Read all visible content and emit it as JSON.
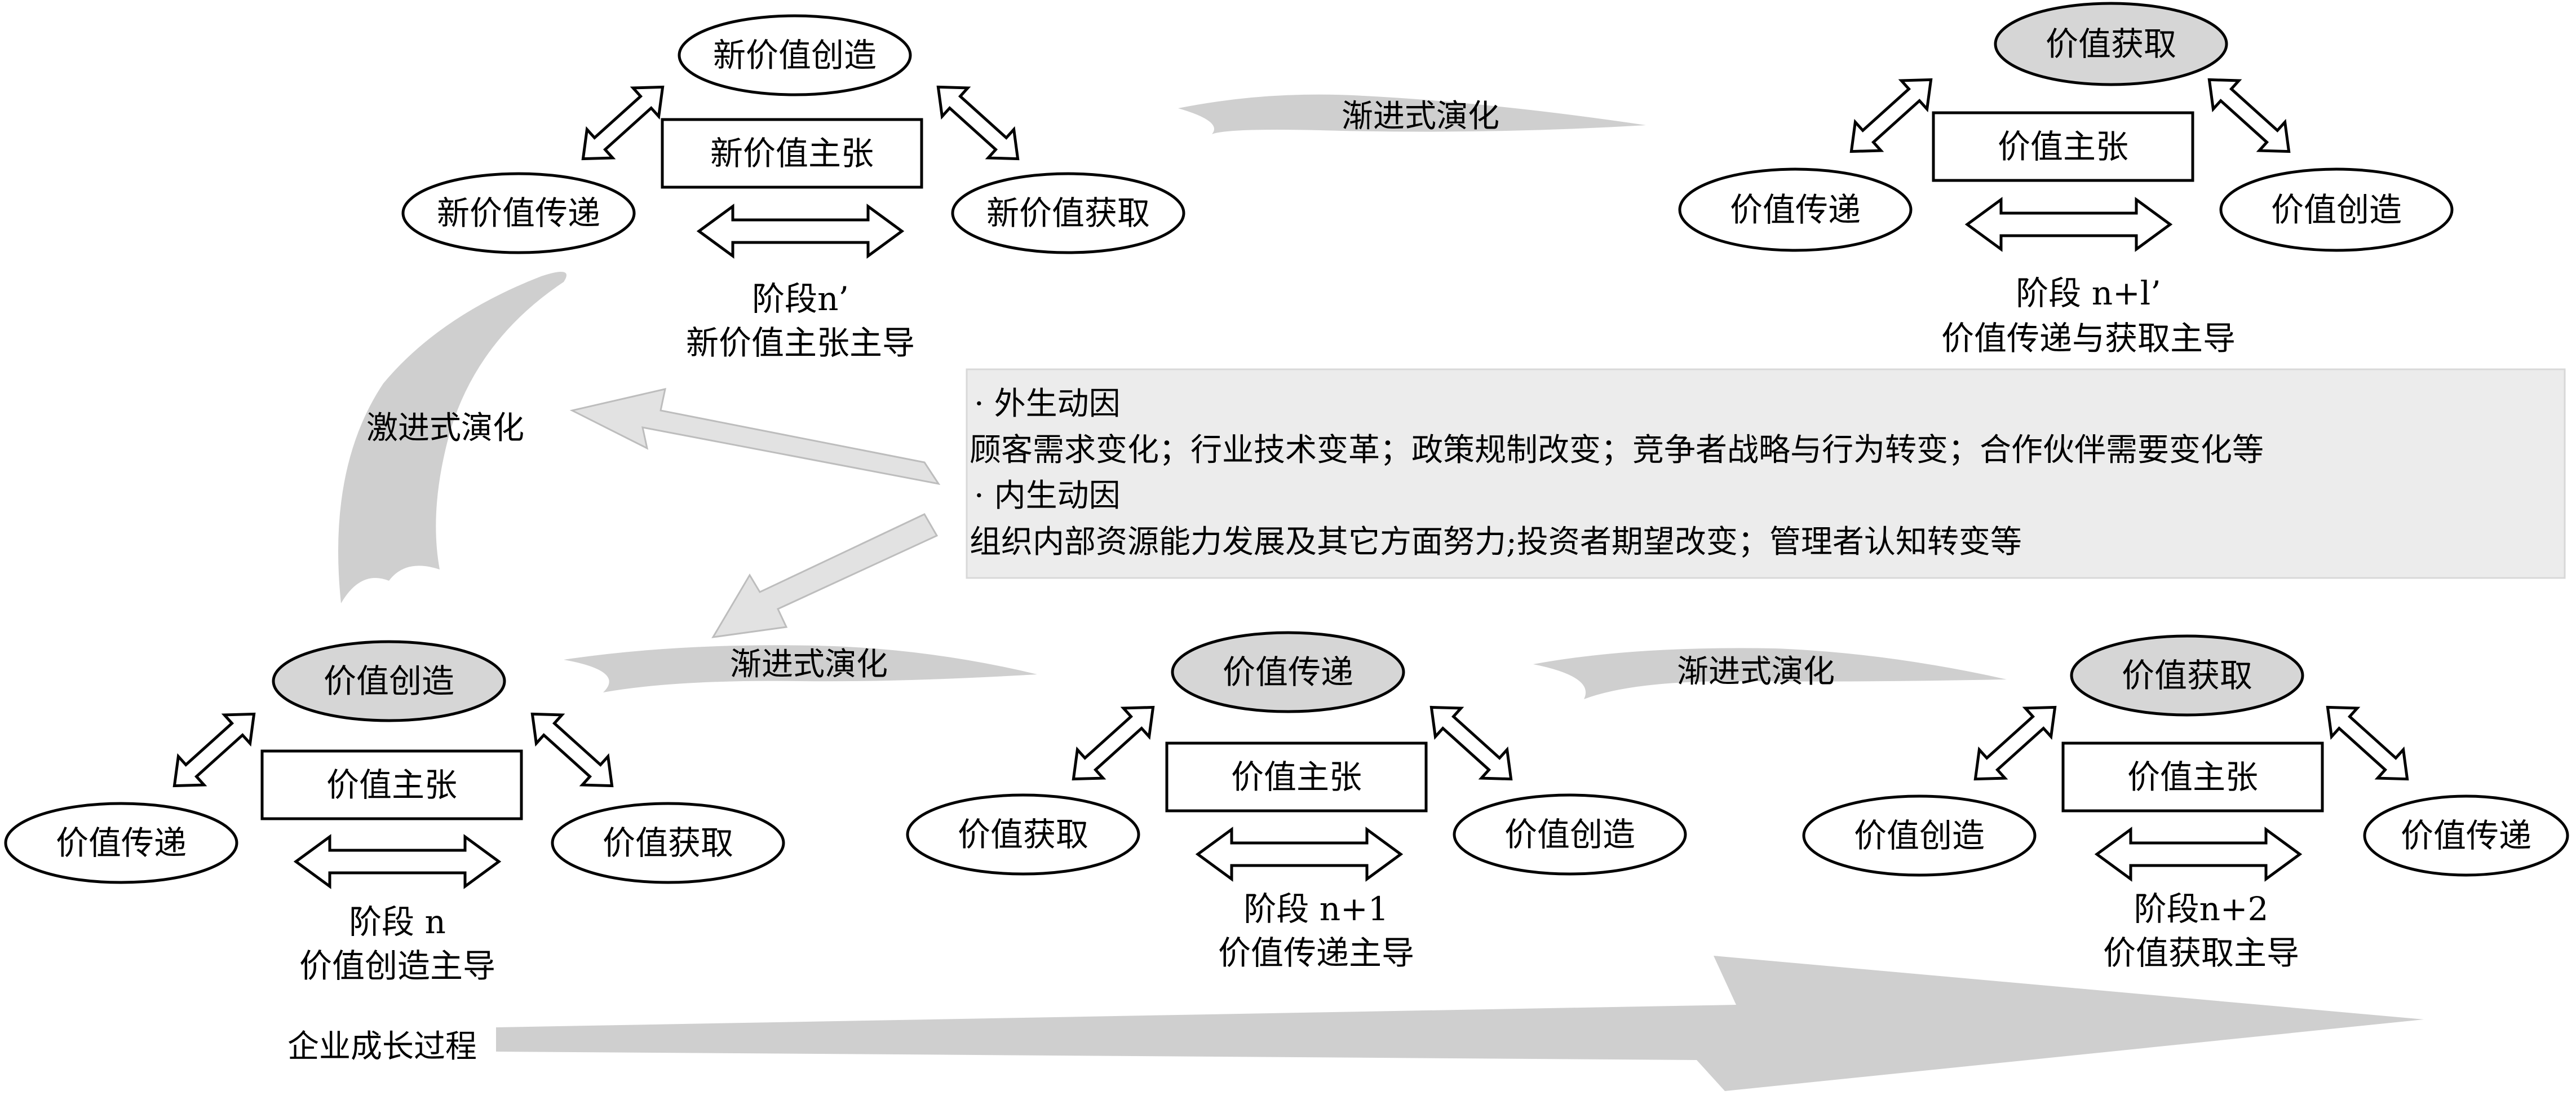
{
  "top_left": {
    "proposition": "新价值主张",
    "top": "新价值创造",
    "left": "新价值传递",
    "right": "新价值获取",
    "stage": "阶段n’",
    "leader": "新价值主张主导"
  },
  "top_right": {
    "proposition": "价值主张",
    "top": "价值获取",
    "left": "价值传递",
    "right": "价值创造",
    "stage": "阶段 n+l’",
    "leader": "价值传递与获取主导"
  },
  "bottom_left": {
    "proposition": "价值主张",
    "top": "价值创造",
    "left": "价值传递",
    "right": "价值获取",
    "stage": "阶段 n",
    "leader": "价值创造主导"
  },
  "bottom_mid": {
    "proposition": "价值主张",
    "top": "价值传递",
    "left": "价值获取",
    "right": "价值创造",
    "stage": "阶段 n+1",
    "leader": "价值传递主导"
  },
  "bottom_right": {
    "proposition": "价值主张",
    "top": "价值获取",
    "left": "价值创造",
    "right": "价值传递",
    "stage": "阶段n+2",
    "leader": "价值获取主导"
  },
  "flows": {
    "incremental_top": "渐进式演化",
    "incremental_bottom_left": "渐进式演化",
    "incremental_bottom_right": "渐进式演化",
    "radical": "激进式演化",
    "growth": "企业成长过程"
  },
  "drivers": {
    "exogenous_title": "· 外生动因",
    "exogenous_text": "顾客需求变化；行业技术变革；政策规制改变；竞争者战略与行为转变；合作伙伴需要变化等",
    "endogenous_title": "· 内生动因",
    "endogenous_text": "组织内部资源能力发展及其它方面努力;投资者期望改变；管理者认知转变等"
  },
  "colors": {
    "highlight_fill": "#d6d6d6",
    "flow_grey": "#cfcfcf",
    "note_bg": "#ececec"
  }
}
